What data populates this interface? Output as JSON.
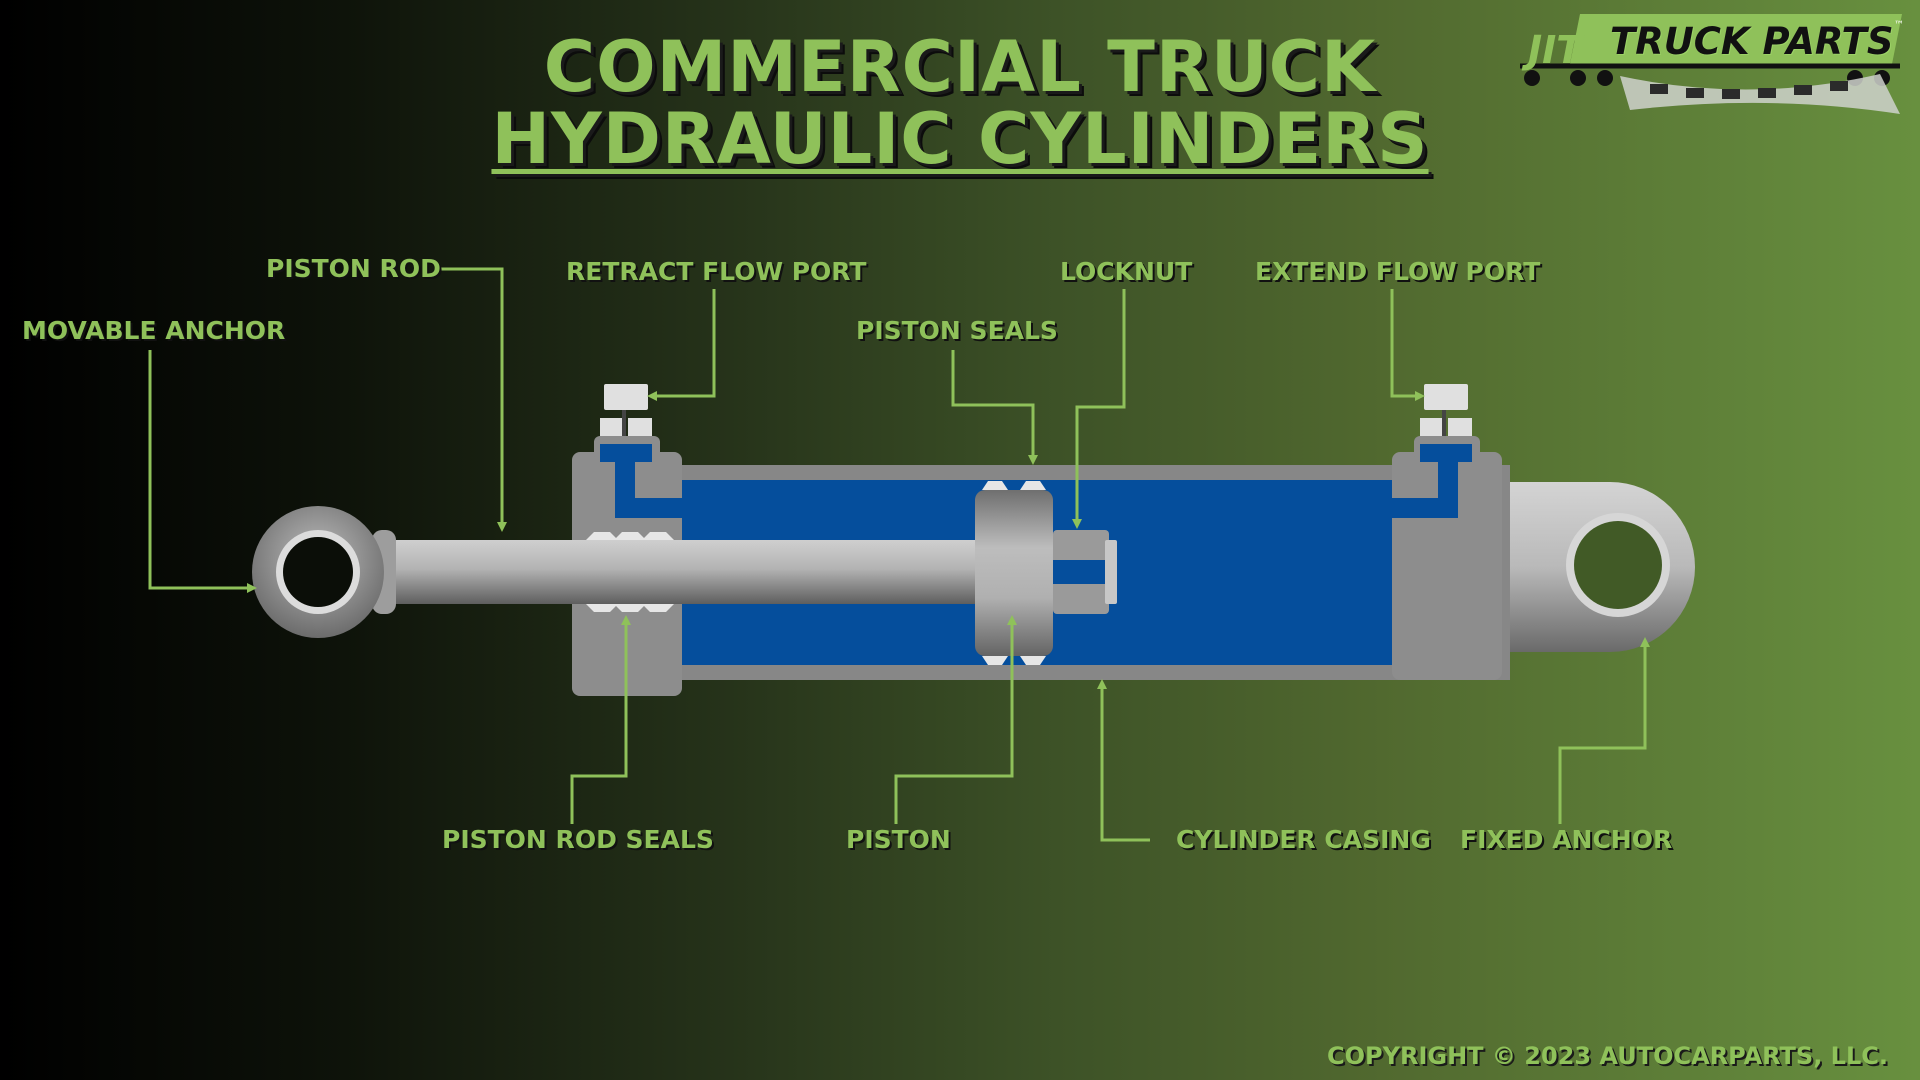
{
  "title": {
    "line1": "COMMERCIAL TRUCK",
    "line2": "HYDRAULIC CYLINDERS"
  },
  "logo": {
    "mark": "JIT",
    "text": "TRUCK PARTS",
    "tm": "™"
  },
  "labels": {
    "piston_rod": "PISTON ROD",
    "movable_anchor": "MOVABLE ANCHOR",
    "retract_flow_port": "RETRACT FLOW PORT",
    "piston_seals": "PISTON SEALS",
    "locknut": "LOCKNUT",
    "extend_flow_port": "EXTEND FLOW PORT",
    "piston_rod_seals": "PISTON ROD SEALS",
    "piston": "PISTON",
    "cylinder_casing": "CYLINDER CASING",
    "fixed_anchor": "FIXED ANCHOR"
  },
  "copyright": "COPYRIGHT © 2023 AUTOCARPARTS, LLC.",
  "colors": {
    "accent": "#8fc15a",
    "fluid": "#054e9c",
    "casing": "#8d8d8d"
  }
}
